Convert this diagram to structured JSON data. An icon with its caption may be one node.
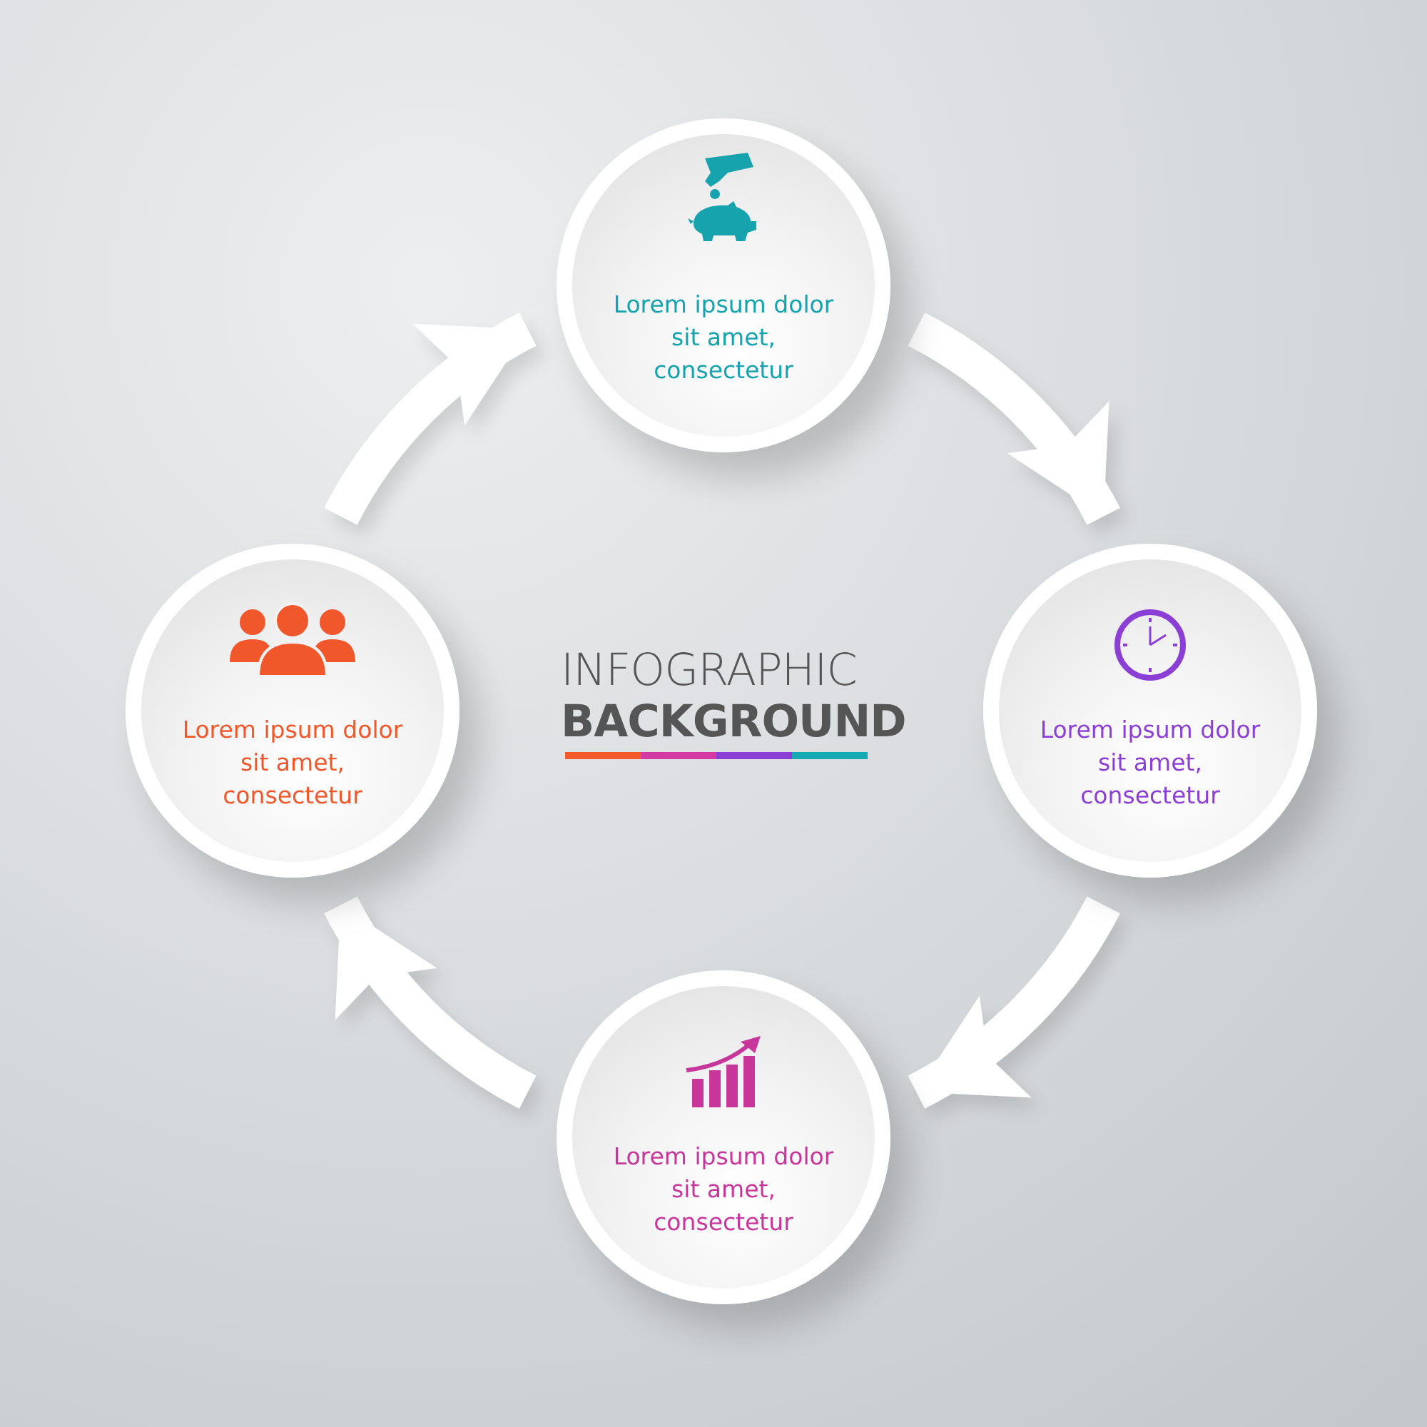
{
  "diagram": {
    "nodes": [
      {
        "text": [
          "Lorem ipsum dolor sit amet, consectetur"
        ]
      },
      {
        "text": [
          "Lorem ipsum dolor sit amet, consectetur"
        ]
      },
      {
        "text": [
          "Lorem ipsum dolor sit amet, consectetur"
        ]
      },
      {
        "text": [
          "Lorem ipsum dolor sit amet, consectetur"
        ]
      }
    ],
    "edges": [
      {
        "from": 0,
        "to": 1,
        "arrow": "to"
      },
      {
        "from": 1,
        "to": 2,
        "arrow": "to"
      },
      {
        "from": 2,
        "to": 3,
        "arrow": "to"
      },
      {
        "from": 3,
        "to": 0,
        "arrow": "to"
      }
    ],
    "labels": [
      "INFOGRAPHIC",
      "BACKGROUND"
    ]
  }
}
